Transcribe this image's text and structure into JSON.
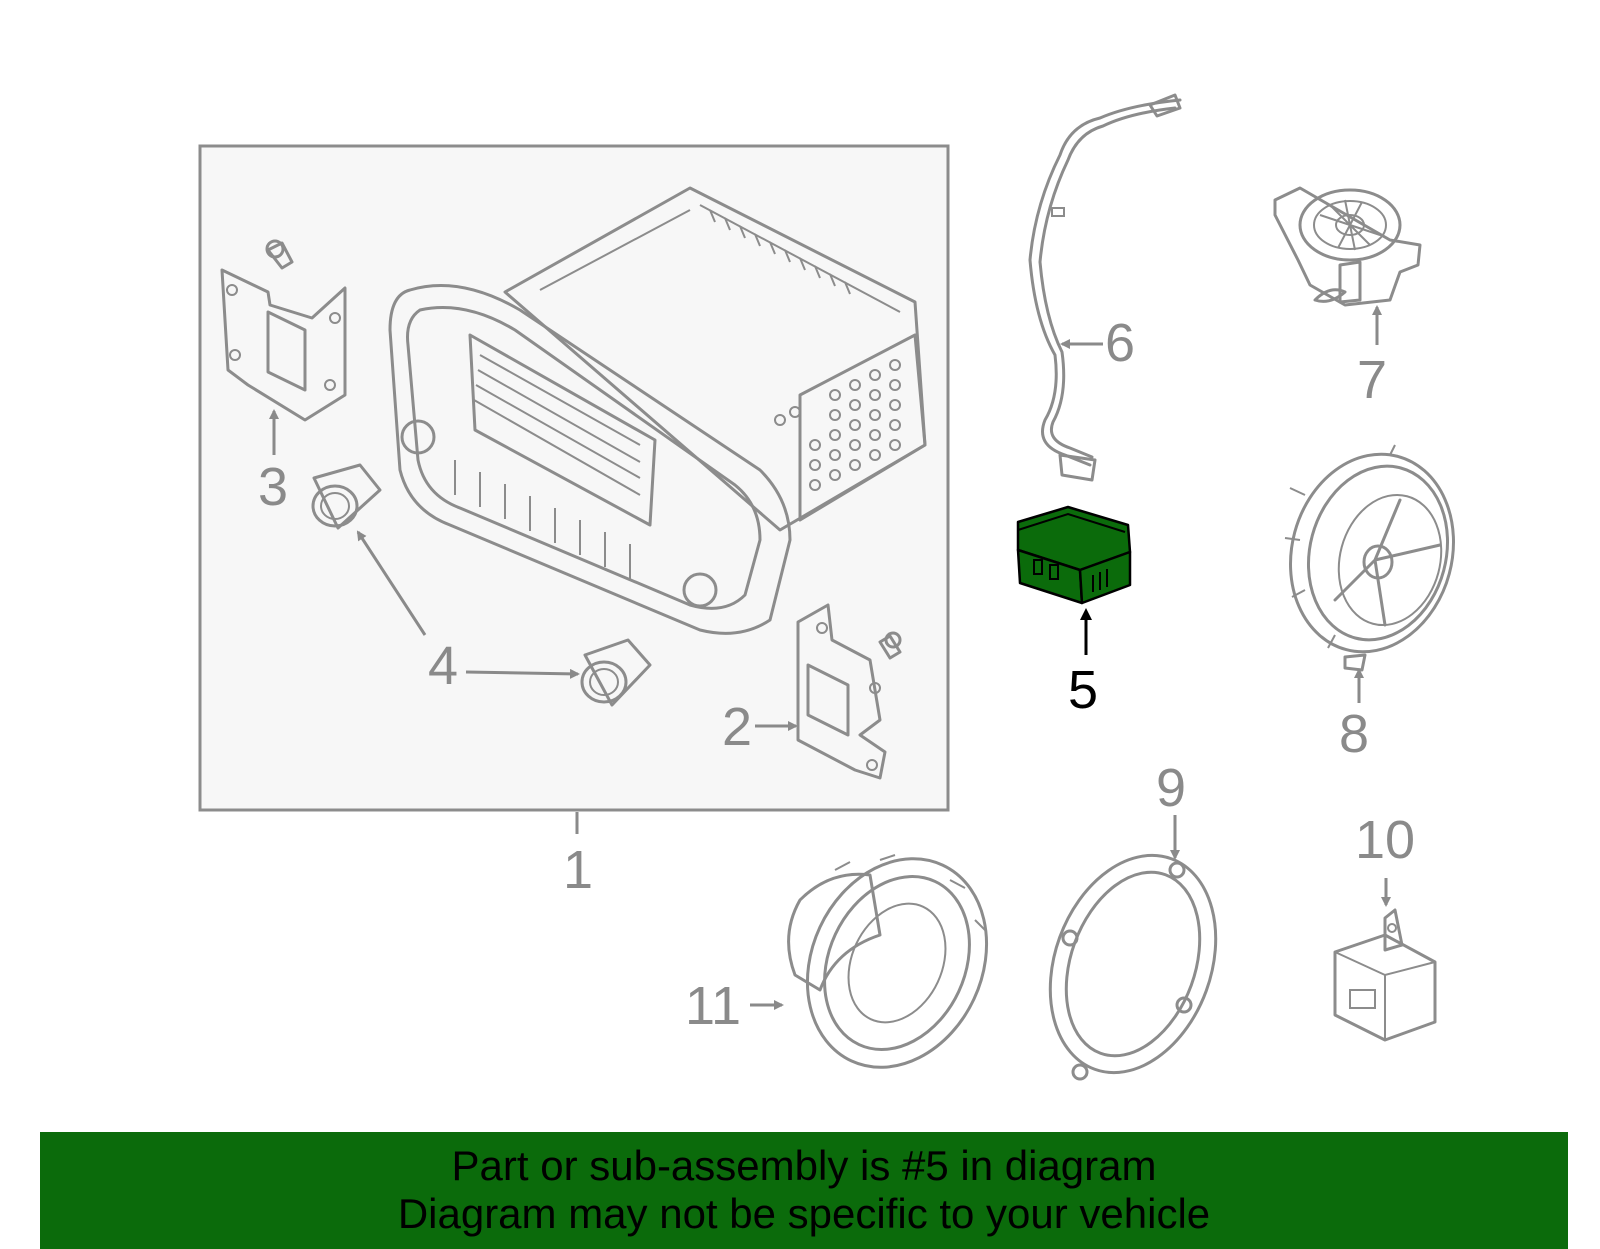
{
  "callouts": {
    "c1": "1",
    "c2": "2",
    "c3": "3",
    "c4": "4",
    "c5": "5",
    "c6": "6",
    "c7": "7",
    "c8": "8",
    "c9": "9",
    "c10": "10",
    "c11": "11"
  },
  "selected_part": "5",
  "colors": {
    "highlight": "#0b6b0b",
    "line": "#8c8c8c",
    "assembly_box": "#f7f7f7"
  },
  "banner": {
    "line1": "Part or sub-assembly is #5 in diagram",
    "line2": "Diagram may not be specific to your vehicle"
  }
}
